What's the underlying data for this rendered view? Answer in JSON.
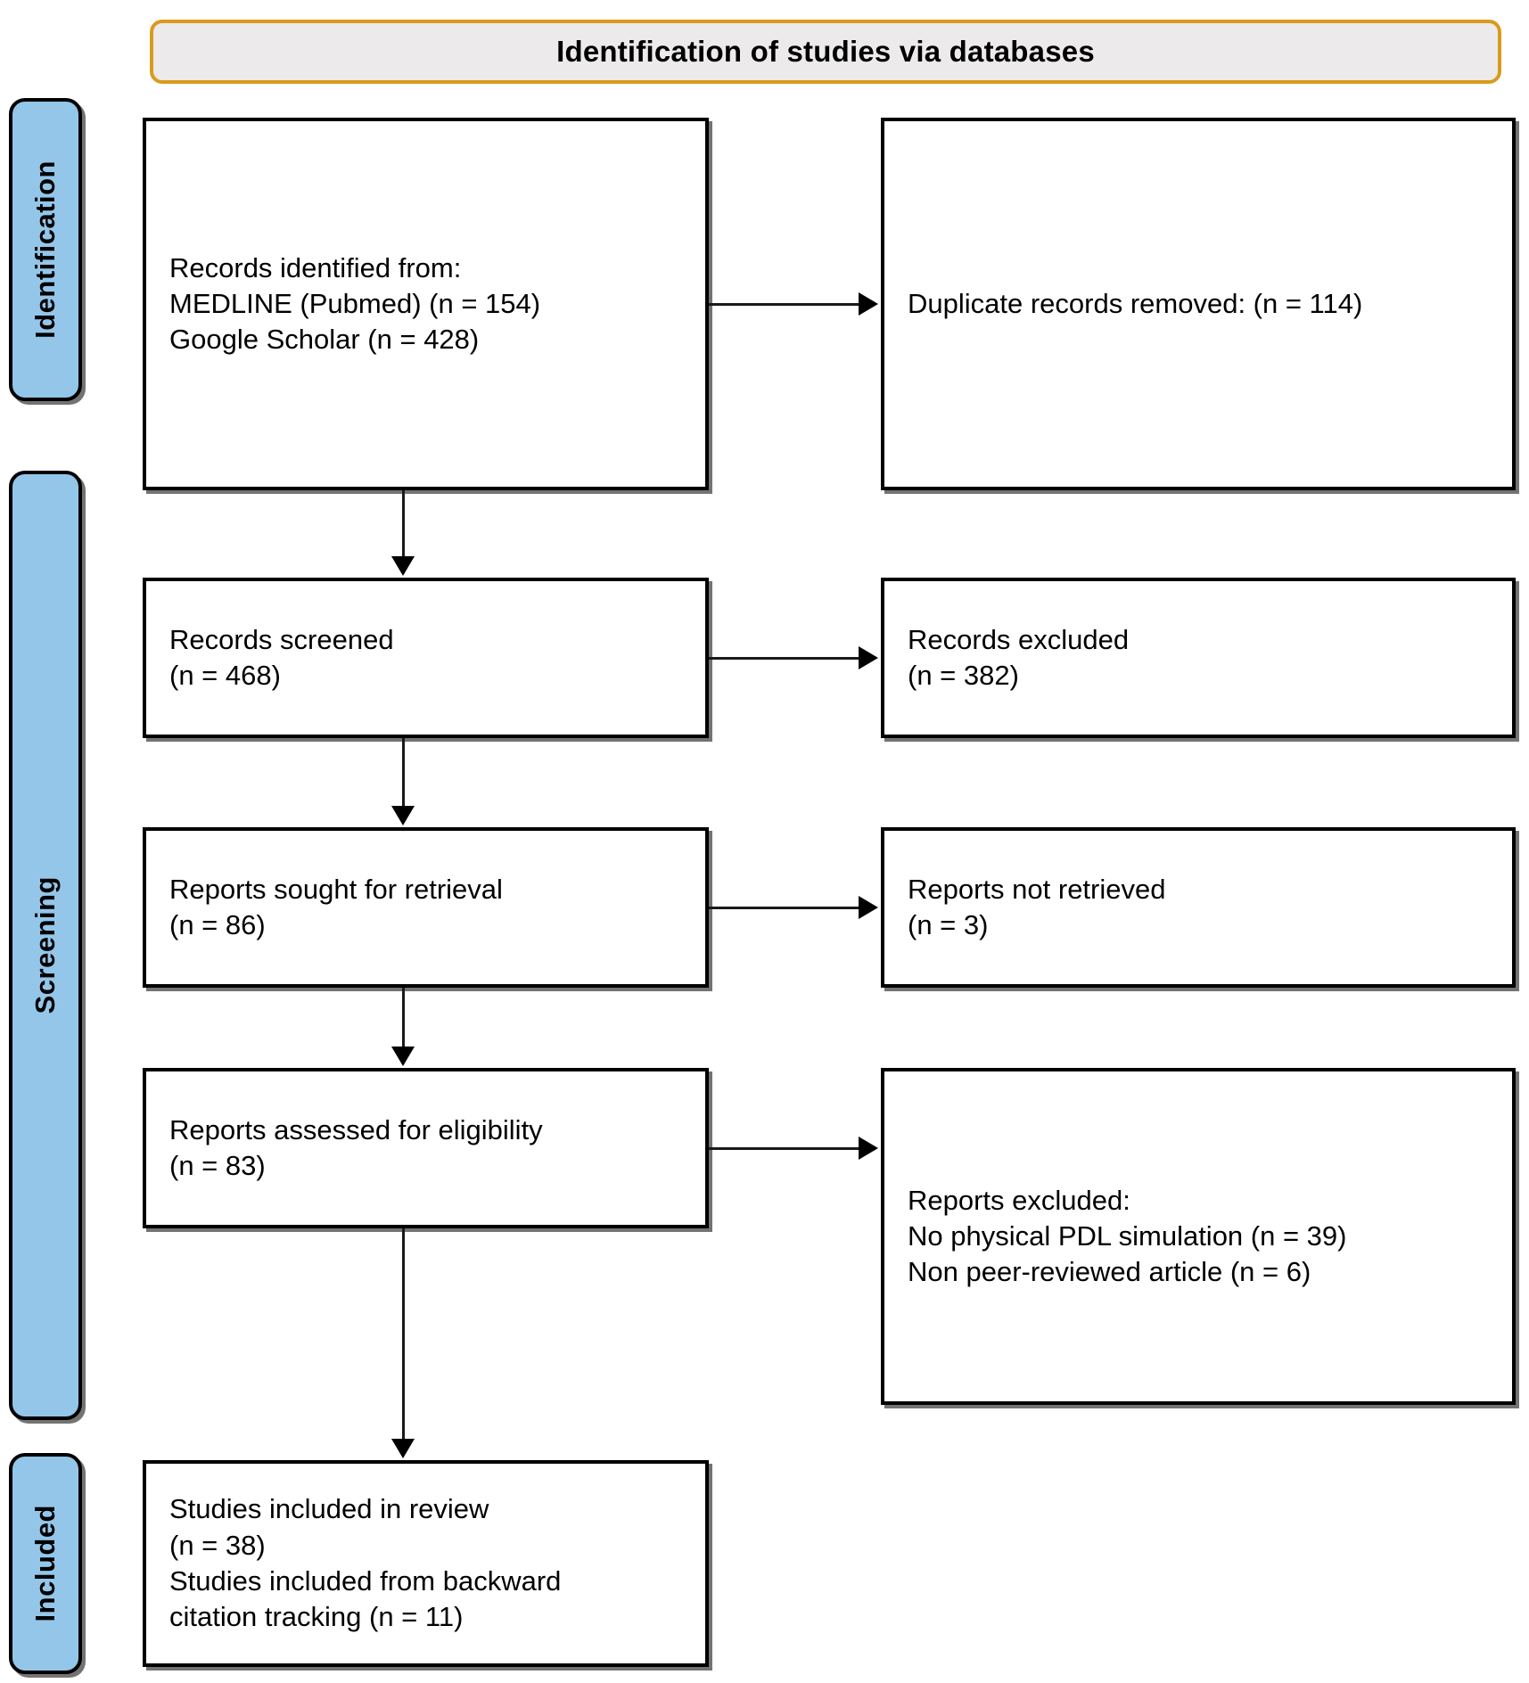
{
  "diagram": {
    "banner": {
      "title": "Identification of studies via databases"
    },
    "stages": [
      {
        "id": "identification",
        "label": "Identification"
      },
      {
        "id": "screening",
        "label": "Screening"
      },
      {
        "id": "included",
        "label": "Included"
      }
    ],
    "boxes": {
      "identified": {
        "text": "Records identified from:\nMEDLINE (Pubmed) (n = 154)\nGoogle Scholar (n = 428)"
      },
      "duplicates": {
        "text": "Duplicate records removed: (n = 114)"
      },
      "screened": {
        "text": "Records screened\n(n = 468)"
      },
      "excluded_records": {
        "text": "Records excluded\n(n = 382)"
      },
      "sought": {
        "text": "Reports sought for retrieval\n(n = 86)"
      },
      "not_retrieved": {
        "text": "Reports not retrieved\n(n = 3)"
      },
      "assessed": {
        "text": "Reports assessed for eligibility\n(n = 83)"
      },
      "excluded_reports": {
        "text": "Reports excluded:\nNo physical PDL simulation (n = 39)\nNon peer-reviewed article (n = 6)"
      },
      "included": {
        "text": "Studies included in review\n(n = 38)\nStudies included from backward\ncitation tracking (n = 11)"
      }
    },
    "colors": {
      "stage_fill": "#93C6E9",
      "banner_border": "#D89B1C",
      "banner_fill": "#ECEAEA",
      "box_border": "#000000",
      "box_fill": "#FFFFFF",
      "connector": "#1A1A1A"
    },
    "counts": {
      "medline": 154,
      "google_scholar": 428,
      "duplicates_removed": 114,
      "records_screened": 468,
      "records_excluded": 382,
      "reports_sought": 86,
      "reports_not_retrieved": 3,
      "reports_assessed": 83,
      "no_physical_pdl_simulation": 39,
      "non_peer_reviewed": 6,
      "studies_included_review": 38,
      "studies_included_backward_citation": 11
    }
  }
}
